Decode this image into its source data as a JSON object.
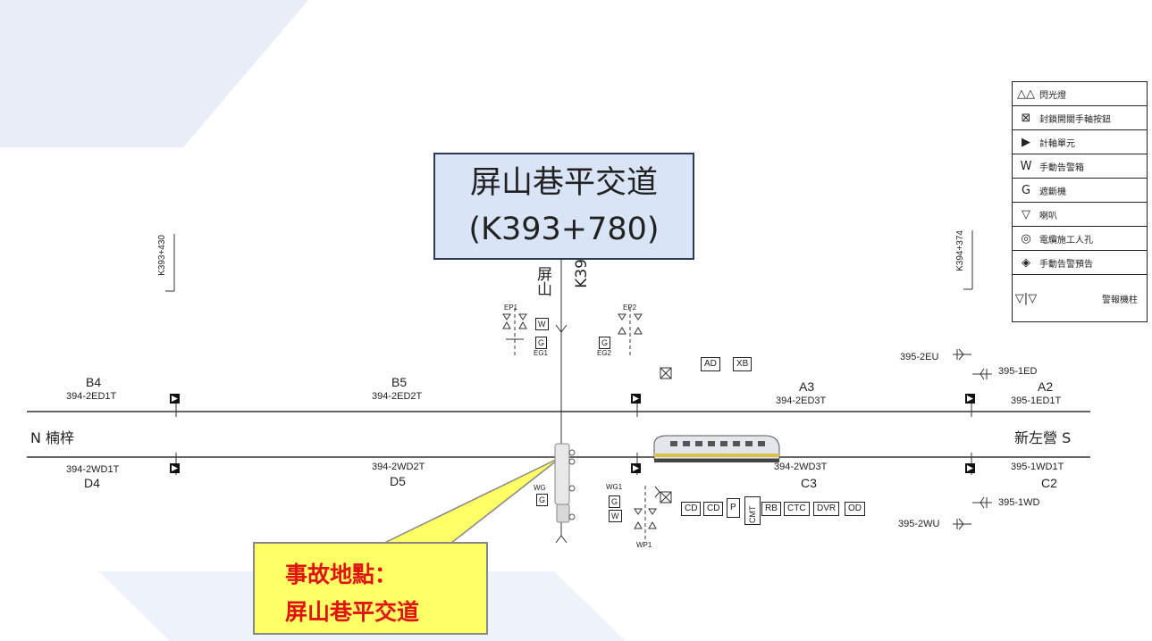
{
  "crossing_title": {
    "line1": "屏山巷平交道",
    "line2": "(K393+780)"
  },
  "vertical_road_label": "屏山",
  "vertical_road_km": "K39",
  "km_markers": {
    "left": "K393+430",
    "right": "K394+374"
  },
  "direction": {
    "north": "N 楠梓",
    "south": "新左營 S"
  },
  "upper_track": {
    "segments": [
      {
        "name": "B4",
        "id": "394-2ED1T"
      },
      {
        "name": "B5",
        "id": "394-2ED2T"
      },
      {
        "name": "A3",
        "id": "394-2ED3T"
      },
      {
        "name": "A2",
        "id": "395-1ED1T"
      }
    ]
  },
  "lower_track": {
    "segments": [
      {
        "name": "D4",
        "id": "394-2WD1T"
      },
      {
        "name": "D5",
        "id": "394-2WD2T"
      },
      {
        "name": "C3",
        "id": "394-2WD3T"
      },
      {
        "name": "C2",
        "id": "395-1WD1T"
      }
    ]
  },
  "signals": {
    "eu": "395-2EU",
    "ed": "395-1ED",
    "wd": "395-1WD",
    "wu": "395-2WU"
  },
  "equipment": {
    "ep1": "EP1",
    "ep2": "EP2",
    "eg1": "EG1",
    "eg2": "EG2",
    "wg1": "WG1",
    "wg": "WG",
    "wp1": "WP1",
    "w": "W",
    "g": "G",
    "ad": "AD",
    "xb": "XB",
    "cabinet": [
      "CD",
      "CD",
      "P",
      "CMT",
      "RB",
      "CTC",
      "DVR",
      "OD"
    ]
  },
  "legend": [
    {
      "icon": "flash-lamp-icon",
      "symbol": "△△",
      "label": "閃光燈"
    },
    {
      "icon": "lockout-switch-icon",
      "symbol": "⊠",
      "label": "封鎖開關手軸按鈕"
    },
    {
      "icon": "axle-counter-icon",
      "symbol": "▶",
      "label": "計軸單元"
    },
    {
      "icon": "manual-alarm-box-icon",
      "symbol": "W",
      "label": "手動告警箱"
    },
    {
      "icon": "barrier-machine-icon",
      "symbol": "G",
      "label": "遮斷機"
    },
    {
      "icon": "horn-icon",
      "symbol": "▽",
      "label": "喇叭"
    },
    {
      "icon": "cable-manhole-icon",
      "symbol": "◎",
      "label": "電纜施工人孔"
    },
    {
      "icon": "manual-alarm-warning-icon",
      "symbol": "◈",
      "label": "手動告警預告"
    },
    {
      "icon": "alarm-post-icon",
      "symbol": "▽|▽",
      "label": "警報機柱"
    }
  ],
  "accident": {
    "line1": "事故地點：",
    "line2": "屏山巷平交道"
  },
  "colors": {
    "callout_bg": "#d9e4f7",
    "accident_bg": "#ffff66",
    "accident_text": "#e0140f",
    "bg_shape": "#e9eef8"
  }
}
